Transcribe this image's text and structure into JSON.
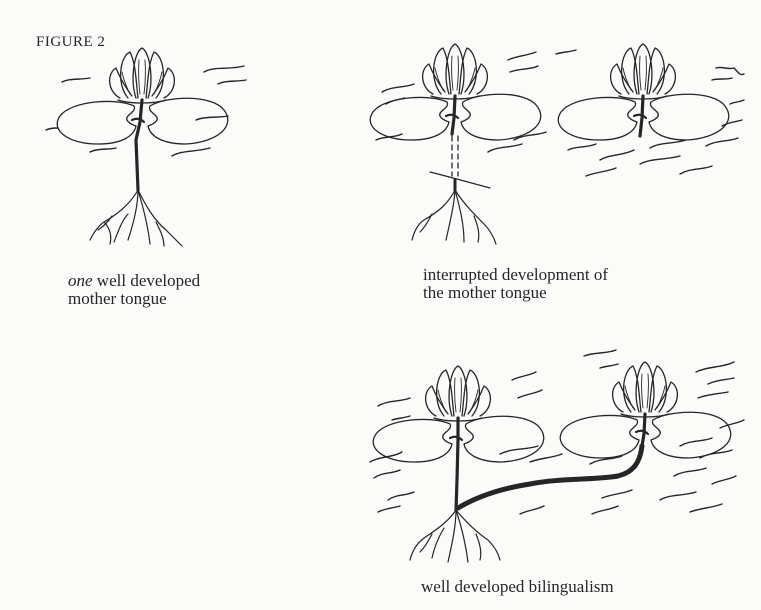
{
  "figure_label": "FIGURE 2",
  "panels": [
    {
      "caption_line1_italic": "one",
      "caption_line1_rest": " well developed",
      "caption_line2": "mother tongue"
    },
    {
      "caption_line1": "interrupted development of",
      "caption_line2": "the mother tongue"
    },
    {
      "caption_line1": "well developed bilingualism"
    }
  ],
  "colors": {
    "ink": "#262626",
    "paper": "#fbfbf9"
  }
}
